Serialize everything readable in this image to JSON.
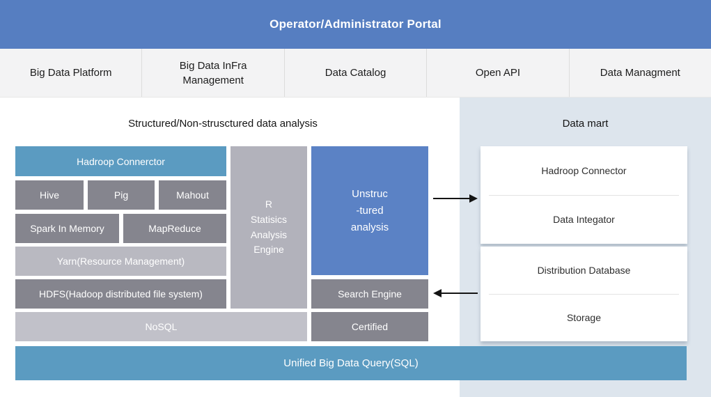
{
  "header": {
    "title": "Operator/Administrator Portal"
  },
  "tabs": [
    {
      "label": "Big Data Platform"
    },
    {
      "label": "Big Data InFra Management"
    },
    {
      "label": "Data Catalog"
    },
    {
      "label": "Open API"
    },
    {
      "label": "Data Managment"
    }
  ],
  "analysis": {
    "title": "Structured/Non-strusctured data analysis",
    "hadoop_connector": "Hadroop Connerctor",
    "hive": "Hive",
    "pig": "Pig",
    "mahout": "Mahout",
    "spark": "Spark In Memory",
    "mapreduce": "MapReduce",
    "yarn": "Yarn(Resource Management)",
    "hdfs": "HDFS(Hadoop distributed file system)",
    "nosql": "NoSQL",
    "r_engine": "R\nStatisics\nAnalysis\nEngine",
    "unstructured": "Unstruc\n-tured\nanalysis",
    "search_engine": "Search Engine",
    "certified": "Certified",
    "unified_query": "Unified Big Data Query(SQL)"
  },
  "datamart": {
    "title": "Data mart",
    "card1": {
      "item1": "Hadroop Connector",
      "item2": "Data Integator"
    },
    "card2": {
      "item1": "Distribution Database",
      "item2": "Storage"
    }
  },
  "colors": {
    "header_blue": "#567ec1",
    "teal": "#5b9bc1",
    "dark_gray": "#85858e",
    "light_gray": "#b9b9c1",
    "lighter_gray": "#c1c1c9",
    "accent_blue": "#5b82c5",
    "panel_blue": "#dde5ed"
  }
}
